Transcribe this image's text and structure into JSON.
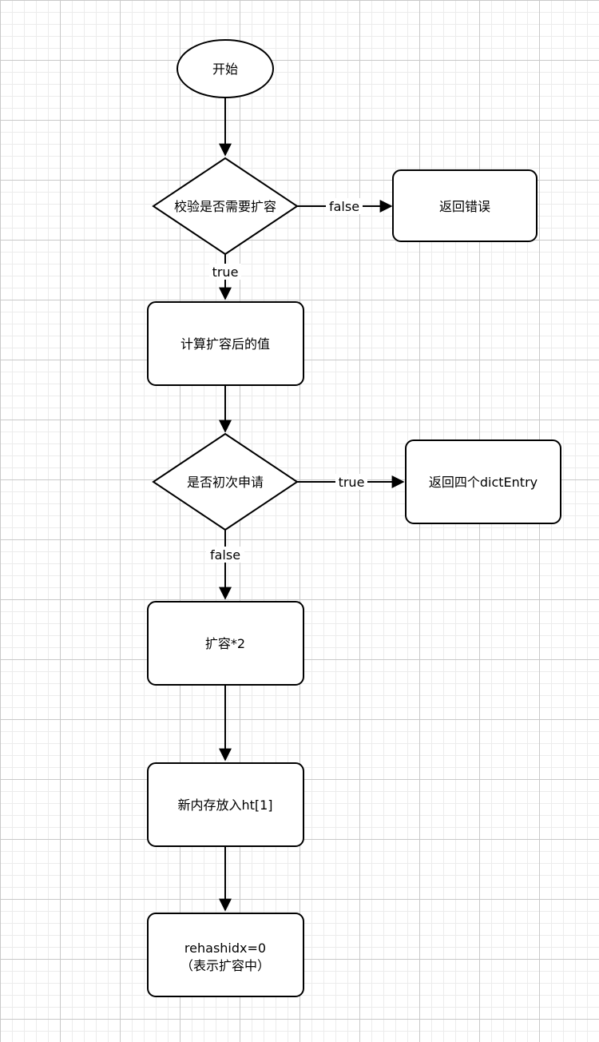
{
  "nodes": {
    "start": "开始",
    "check_expand": "校验是否需要扩容",
    "return_error": "返回错误",
    "calc_value": "计算扩容后的值",
    "first_apply": "是否初次申请",
    "return_four": "返回四个dictEntry",
    "expand_double": "扩容*2",
    "new_memory": "新内存放入ht[1]",
    "rehash_line1": "rehashidx=0",
    "rehash_line2": "（表示扩容中）"
  },
  "edges": {
    "check_false": "false",
    "check_true": "true",
    "first_true": "true",
    "first_false": "false"
  }
}
